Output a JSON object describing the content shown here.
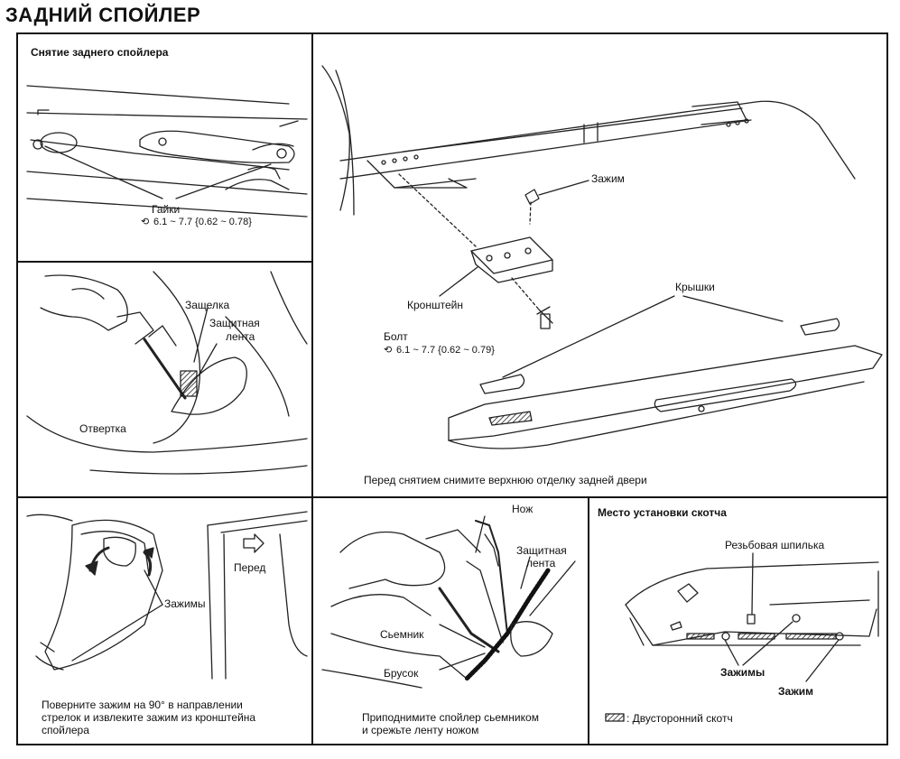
{
  "page_title": "ЗАДНИЙ СПОЙЛЕР",
  "panel_removal": {
    "heading": "Снятие заднего спойлера",
    "nuts_label": "Гайки",
    "nuts_torque": "6.1 ~ 7.7 {0.62 ~ 0.78}"
  },
  "panel_latch": {
    "latch_label": "Защелка",
    "tape_label_1": "Защитная",
    "tape_label_2": "лента",
    "screwdriver_label": "Отвертка"
  },
  "panel_exploded": {
    "clip_label": "Зажим",
    "bracket_label": "Кронштейн",
    "bolt_label": "Болт",
    "bolt_torque": "6.1 ~ 7.7 {0.62 ~ 0.79}",
    "covers_label": "Крышки",
    "note": "Перед снятием снимите верхнюю отделку задней двери"
  },
  "panel_clips": {
    "front_label": "Перед",
    "clips_label": "Зажимы",
    "instruction_1": "Поверните зажим на 90° в направлении",
    "instruction_2": "стрелок и извлеките зажим из кронштейна",
    "instruction_3": "спойлера"
  },
  "panel_knife": {
    "knife_label": "Нож",
    "tape_label_1": "Защитная",
    "tape_label_2": "лента",
    "remover_label": "Сьемник",
    "block_label": "Брусок",
    "instruction_1": "Приподнимите спойлер сьемником",
    "instruction_2": "и срежьте ленту ножом"
  },
  "panel_tape": {
    "heading": "Место установки скотча",
    "stud_label": "Резьбовая шпилька",
    "clips_label": "Зажимы",
    "clip_label": "Зажим",
    "legend": ": Двусторонний скотч"
  }
}
